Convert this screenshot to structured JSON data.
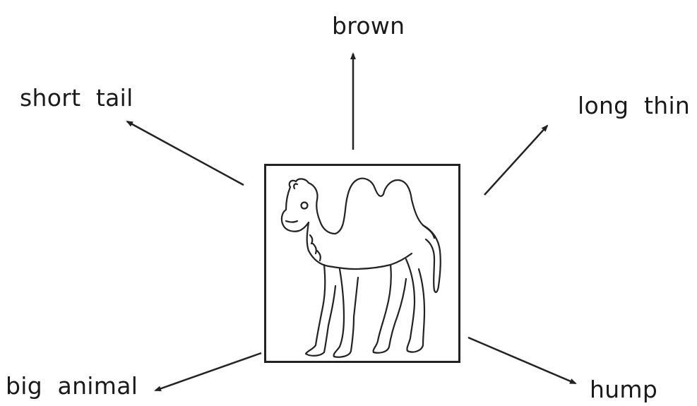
{
  "labels": {
    "top": "brown",
    "top_left": "short  tail",
    "top_right": "long  thin",
    "bottom_left": "big  animal",
    "bottom_right": "hump"
  },
  "picture": {
    "subject_icon": "camel-icon"
  },
  "colors": {
    "line": "#222222",
    "background": "#ffffff"
  }
}
